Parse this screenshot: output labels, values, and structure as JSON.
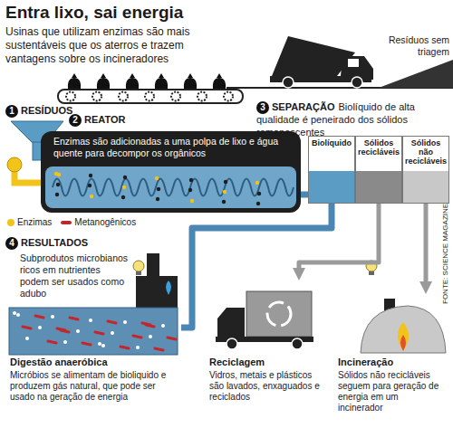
{
  "diagram": {
    "title": "Entra lixo, sai energia",
    "nodes": [
      {
        "text": [
          "Enzimas são adicionadas a uma polpa de lixo e água quente para decompor os orgânicos"
        ]
      },
      {
        "text": [
          "Biolíquido"
        ]
      },
      {
        "text": [
          "Sólidos recicláveis"
        ]
      },
      {
        "text": [
          "Sólidos não recicláveis"
        ]
      },
      {
        "text": [
          "Digestão anaeróbica",
          "Micróbios se alimentam de bioliquido e produzem gás natural, que pode ser usado na geração de energia"
        ]
      },
      {
        "text": [
          "Reciclagem",
          "Vidros, metais e plásticos são lavados, enxaguados e reciclados"
        ]
      },
      {
        "text": [
          "Incineração",
          "Sólidos não recicláveis seguem para geração de energia em um incinerador"
        ]
      }
    ],
    "edges": [
      {
        "from": 0,
        "to": 1,
        "arrow": "none"
      },
      {
        "from": 1,
        "to": 4,
        "arrow": "none"
      },
      {
        "from": 2,
        "to": 5,
        "arrow": "to"
      },
      {
        "from": 3,
        "to": 6,
        "arrow": "to"
      }
    ],
    "labels": [
      "Usinas que utilizam enzimas são mais sustentáveis que os aterros e trazem vantagens sobre os incineradores",
      "1",
      "RESÍDUOS",
      "2",
      "REATOR",
      "3",
      "SEPARAÇÃO",
      "Biolíquido de alta qualidade é peneirado dos sólidos remanescentes",
      "4",
      "RESULTADOS",
      "Subprodutos microbianos ricos em nutrientes podem ser usados como adubo",
      "Resíduos sem triagem",
      "FONTE: SCIENCE MAGAZINE"
    ],
    "legend": [
      {
        "text": "Enzimas",
        "color": "#f2c318"
      },
      {
        "text": "Metanogênicos",
        "color": "#c0282d"
      }
    ]
  }
}
